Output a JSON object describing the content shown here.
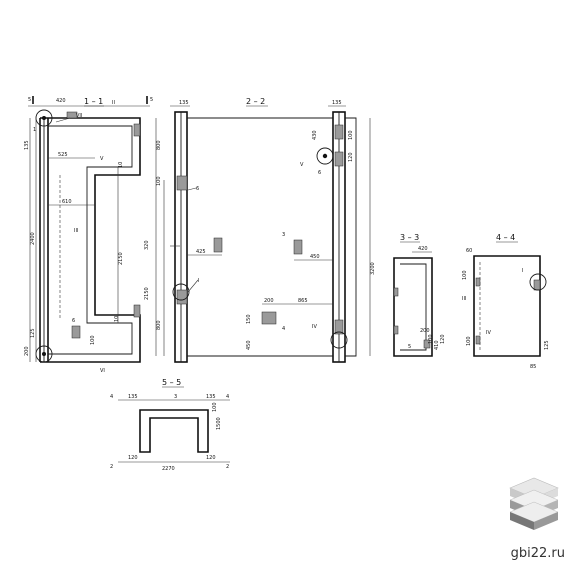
{
  "sections": {
    "s11": "1 – 1",
    "s22": "2 – 2",
    "s33": "3 – 3",
    "s44": "4 – 4",
    "s55": "5 – 5"
  },
  "dims": {
    "s11_top": "420",
    "s11_525": "525",
    "s11_610": "610",
    "s11_2400": "2400",
    "s11_2150": "2150",
    "s11_135": "135",
    "s11_125": "125",
    "s11_200": "200",
    "s11_10a": "10",
    "s11_10b": "10",
    "s11_100": "100",
    "s22_135a": "135",
    "s22_135b": "135",
    "s22_800": "800",
    "s22_100": "100",
    "s22_425": "425",
    "s22_320": "320",
    "s22_2150": "2150",
    "s22_800b": "800",
    "s22_450": "450",
    "s22_200": "200",
    "s22_865": "865",
    "s22_150": "150",
    "s22_450b": "450",
    "s22_3200": "3200",
    "s22_430": "430",
    "s22_100b": "100",
    "s22_120": "120",
    "s33_420": "420",
    "s33_200": "200",
    "s33_100": "100",
    "s33_410": "410",
    "s33_120": "120",
    "s44_60": "60",
    "s44_100": "100",
    "s44_125": "125",
    "s44_85": "85",
    "s55_135a": "135",
    "s55_135b": "135",
    "s55_1500": "1500",
    "s55_100": "100",
    "s55_120a": "120",
    "s55_120b": "120",
    "s55_2270": "2270"
  },
  "marks": {
    "m1": "1",
    "m2": "2",
    "m3": "3",
    "m4": "4",
    "m5": "5",
    "m6": "6",
    "mI": "I",
    "mII": "II",
    "mIII": "III",
    "mIV": "IV",
    "mV": "V",
    "mVI": "VI",
    "mVII": "VII"
  },
  "brand": {
    "site": "gbi22.ru"
  }
}
